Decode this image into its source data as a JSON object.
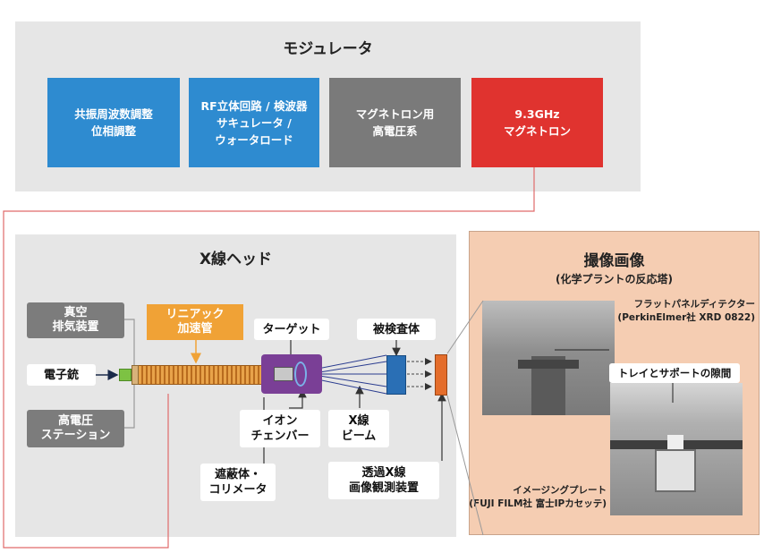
{
  "modulator": {
    "title": "モジュレータ",
    "boxes": [
      {
        "label": "共振周波数調整\n位相調整",
        "color": "#2e8bd0"
      },
      {
        "label": "RF立体回路 / 検波器\nサキュレータ /\nウォータロード",
        "color": "#2e8bd0"
      },
      {
        "label": "マグネトロン用\n高電圧系",
        "color": "#7a7a7a"
      },
      {
        "label": "9.3GHz\nマグネトロン",
        "color": "#e0332f"
      }
    ]
  },
  "xray_head": {
    "title": "X線ヘッド",
    "vacuum": "真空\n排気装置",
    "gun": "電子銃",
    "hv_station": "高電圧\nステーション",
    "linac": "リニアック\n加速管",
    "target": "ターゲット",
    "object": "被検査体",
    "ion_chamber": "イオン\nチェンバー",
    "xray_beam": "X線\nビーム",
    "collimator": "遮蔽体・\nコリメータ",
    "detector_unit": "透過X線\n画像観測装置"
  },
  "imaging": {
    "title": "撮像画像",
    "subtitle": "(化学プラントの反応塔)",
    "flat_panel": "フラットパネルディテクター\n(PerkinElmer社 XRD 0822)",
    "gap": "トレイとサポートの隙間",
    "imaging_plate": "イメージングプレート\n(FUJI FILM社 富士IPカセッテ)"
  },
  "colors": {
    "panel": "#e6e6e6",
    "blue": "#2e8bd0",
    "red": "#e0332f",
    "orange": "#f0a236",
    "purple": "#7a3f96",
    "peach": "#f5cdb2",
    "connector": "#e06a6a"
  }
}
